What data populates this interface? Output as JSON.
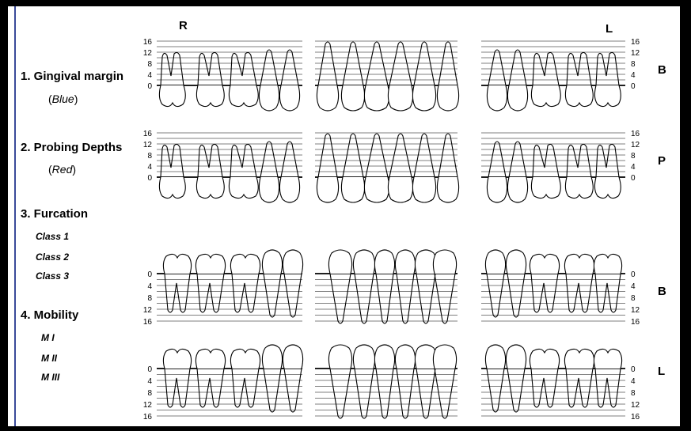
{
  "header": {
    "right_side": "R",
    "left_side": "L"
  },
  "sections": {
    "gingival": {
      "title": "1. Gingival margin",
      "note_open": "(",
      "note_word": "Blue",
      "note_close": ")"
    },
    "probing": {
      "title": "2. Probing Depths",
      "note_open": "(",
      "note_word": "Red",
      "note_close": ")"
    },
    "furcation": {
      "title": "3. Furcation",
      "classes": [
        "Class 1",
        "Class 2",
        "Class 3"
      ]
    },
    "mobility": {
      "title": "4. Mobility",
      "grades": [
        "M I",
        "M II",
        "M III"
      ]
    }
  },
  "row_codes": [
    "B",
    "P",
    "B",
    "L"
  ],
  "scale_ticks": [
    "16",
    "12",
    "8",
    "4",
    "0"
  ],
  "scale_ticks_lower": [
    "0",
    "4",
    "8",
    "12",
    "16"
  ]
}
